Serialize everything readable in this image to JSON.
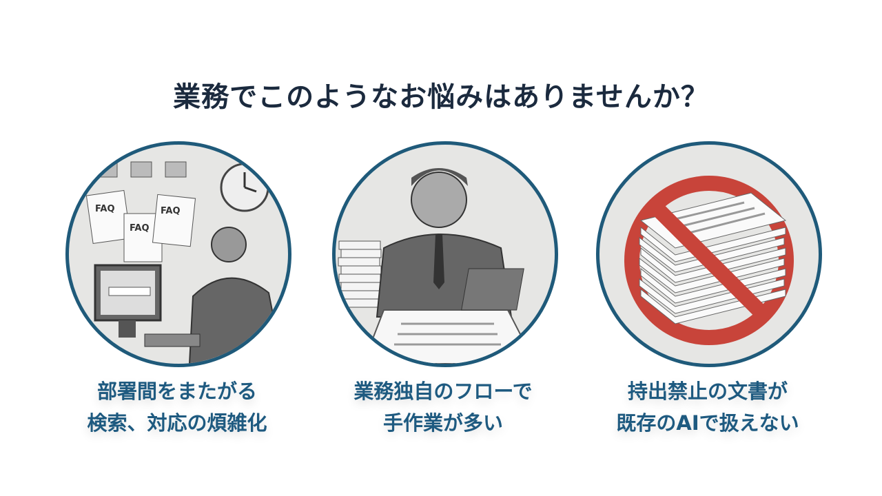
{
  "title": "業務でこのようなお悩みはありませんか？",
  "problems": [
    {
      "line1": "部署間をまたがる",
      "line2": "検索、対応の煩雑化",
      "illustration_labels": [
        "FAQ",
        "FAQ",
        "FAQ"
      ]
    },
    {
      "line1": "業務独自のフローで",
      "line2": "手作業が多い"
    },
    {
      "line1": "持出禁止の文書が",
      "line2": "既存のAIで扱えない"
    }
  ],
  "colors": {
    "title": "#1b2a3e",
    "accent": "#1e5a80",
    "ring": "#1f5a7a",
    "prohibit": "#c8443a"
  }
}
